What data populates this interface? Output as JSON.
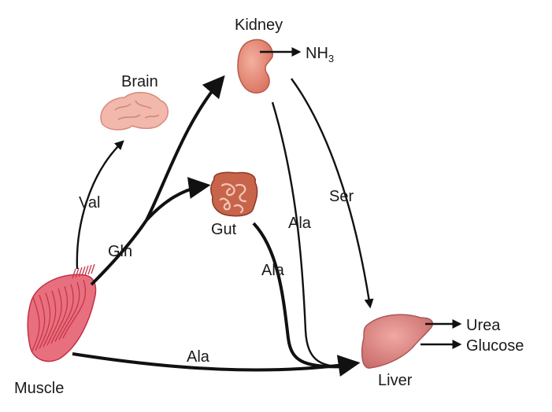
{
  "organs": {
    "muscle": "Muscle",
    "brain": "Brain",
    "kidney": "Kidney",
    "gut": "Gut",
    "liver": "Liver"
  },
  "kidney_product_base": "NH",
  "kidney_product_sub": "3",
  "liver_products": [
    "Urea",
    "Glucose"
  ],
  "flows": {
    "val": "Val",
    "gln": "Gln",
    "ala_gut": "Ala",
    "ala_kidney": "Ala",
    "ser": "Ser",
    "ala_muscle": "Ala"
  },
  "colors": {
    "muscle": "#e8707e",
    "muscle_fiber": "#c8344a",
    "brain": "#f0b4a8",
    "kidney": "#e89080",
    "gut": "#c8644a",
    "liver": "#e08a86",
    "arrow": "#111111"
  }
}
